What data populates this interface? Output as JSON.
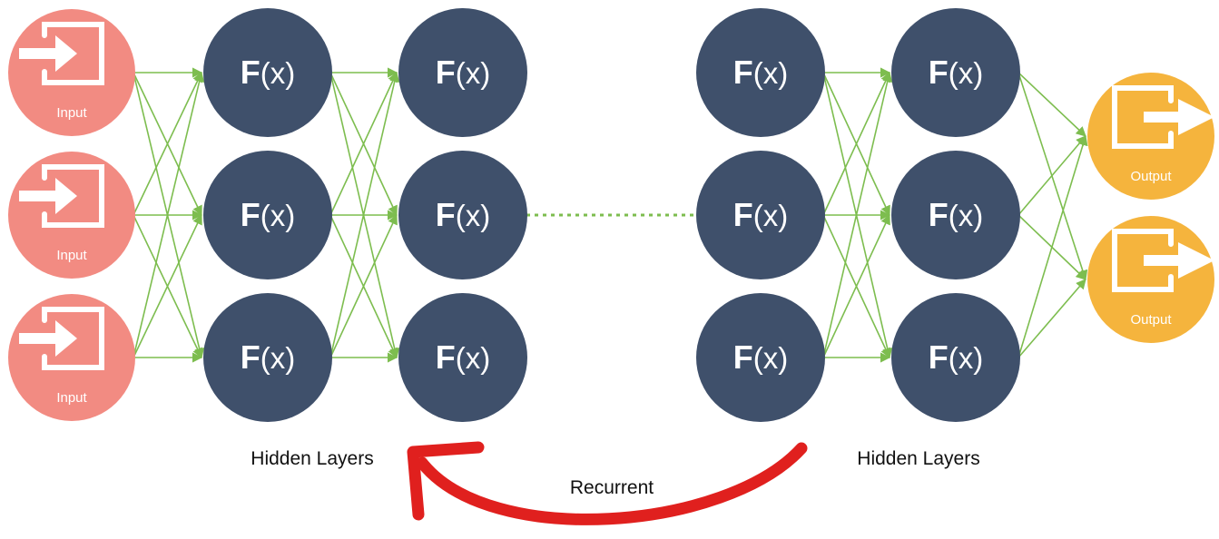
{
  "diagram": {
    "node_function_label": "F(x)",
    "input_label": "Input",
    "output_label": "Output",
    "hidden_layers_left": "Hidden Layers",
    "hidden_layers_right": "Hidden Layers",
    "recurrent_label": "Recurrent"
  },
  "colors": {
    "input": "#f28b82",
    "hidden": "#3f506b",
    "output": "#f5b43d",
    "edge": "#7dbd4f",
    "recurrent_arrow": "#e0201e"
  },
  "icons": {
    "input": "login-arrow-icon",
    "output": "logout-arrow-icon"
  }
}
